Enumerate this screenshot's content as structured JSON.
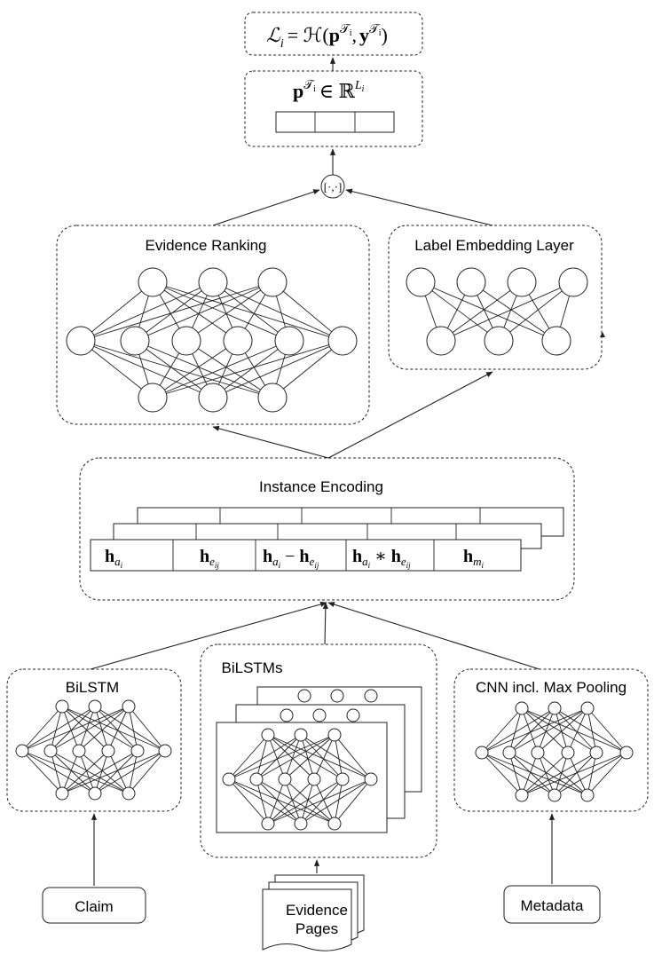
{
  "loss_box": {
    "loss_lhs": "ℒ",
    "loss_sub": "i",
    "loss_eq": "= ℋ(",
    "p_sym": "p",
    "comma": ",",
    "y_sym": "y",
    "close": ")",
    "tau": "𝒯",
    "tau_sub": "i"
  },
  "prob_box": {
    "p_sym": "p",
    "tau": "𝒯",
    "tau_sub": "i",
    "in_r": "∈ ℝ",
    "sup_l": "L",
    "sup_sub": "i"
  },
  "concat_op": "[·,·]",
  "evidence_ranking": {
    "title": "Evidence Ranking"
  },
  "label_embedding": {
    "title": "Label Embedding Layer"
  },
  "instance_encoding": {
    "title": "Instance Encoding",
    "cells": [
      {
        "h": "h",
        "sub": "a",
        "subsub": "i"
      },
      {
        "h": "h",
        "sub": "e",
        "subsub": "ij"
      },
      {
        "h": "h",
        "sub": "a",
        "subsub": "i",
        "op": "−",
        "h2": "h",
        "sub2": "e",
        "subsub2": "ij"
      },
      {
        "h": "h",
        "sub": "a",
        "subsub": "i",
        "op": "∗",
        "h2": "h",
        "sub2": "e",
        "subsub2": "ij"
      },
      {
        "h": "h",
        "sub": "m",
        "subsub": "i"
      }
    ]
  },
  "bilstm": {
    "title": "BiLSTM"
  },
  "bilstms": {
    "title": "BiLSTMs"
  },
  "cnn": {
    "title": "CNN incl. Max Pooling"
  },
  "inputs": {
    "claim": "Claim",
    "evidence_line1": "Evidence",
    "evidence_line2": "Pages",
    "metadata": "Metadata"
  }
}
